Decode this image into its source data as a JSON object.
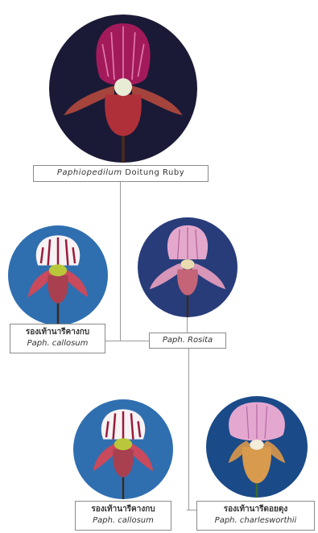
{
  "colors": {
    "line": "#9a9a9a",
    "frame_border": "#8a8a8a",
    "dark_background": "#1a1a36",
    "blue_background": "#2f6fb0"
  },
  "root": {
    "genus": "Paphiopedilum",
    "cultivar": "Doitung Ruby",
    "photo": "orchid-photo-doitung-ruby"
  },
  "seed_parent": {
    "thai_name": "รองเท้านารีคางกบ",
    "latin_name": "Paph. callosum",
    "photo": "orchid-photo-callosum"
  },
  "pollen_parent": {
    "name": "Paph. Rosita",
    "photo": "orchid-photo-rosita"
  },
  "rosita_parent_1": {
    "thai_name": "รองเท้านารีคางกบ",
    "latin_name": "Paph. callosum",
    "photo": "orchid-photo-callosum"
  },
  "rosita_parent_2": {
    "thai_name": "รองเท้านารีดอยตุง",
    "latin_name": "Paph. charlesworthii",
    "photo": "orchid-photo-charlesworthii"
  }
}
